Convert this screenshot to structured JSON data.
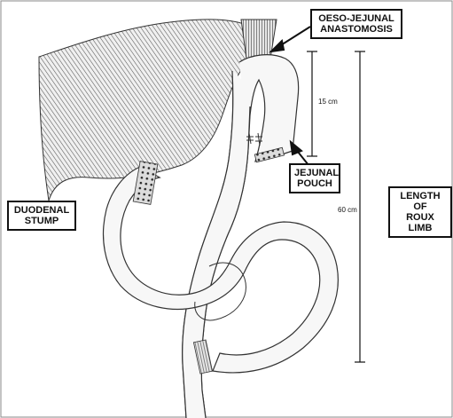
{
  "diagram": {
    "labels": {
      "oeso_jejunal": [
        "OESO-JEJUNAL",
        "ANASTOMOSIS"
      ],
      "jejunal_pouch": [
        "JEJUNAL",
        "POUCH"
      ],
      "duodenal_stump": [
        "DUODENAL",
        "STUMP"
      ],
      "roux_limb": [
        "LENGTH OF",
        "ROUX LIMB"
      ]
    },
    "measurements": {
      "pouch_length": "15 cm",
      "roux_limb_length": "60 cm"
    }
  }
}
